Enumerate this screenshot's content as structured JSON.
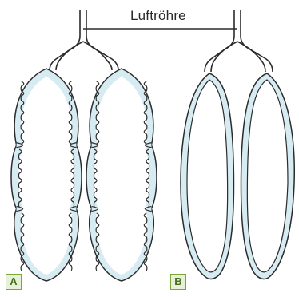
{
  "diagram": {
    "title": "Luftröhre",
    "panels": [
      {
        "id": "A",
        "label": "A"
      },
      {
        "id": "B",
        "label": "B"
      }
    ]
  },
  "colors": {
    "lung_fill": "#d6ebf2",
    "lung_inner": "#ffffff",
    "outline": "#2b2b2b",
    "label_border": "#7aa63a",
    "label_fill": "#e6f2d8",
    "label_text": "#4b6e1f"
  }
}
